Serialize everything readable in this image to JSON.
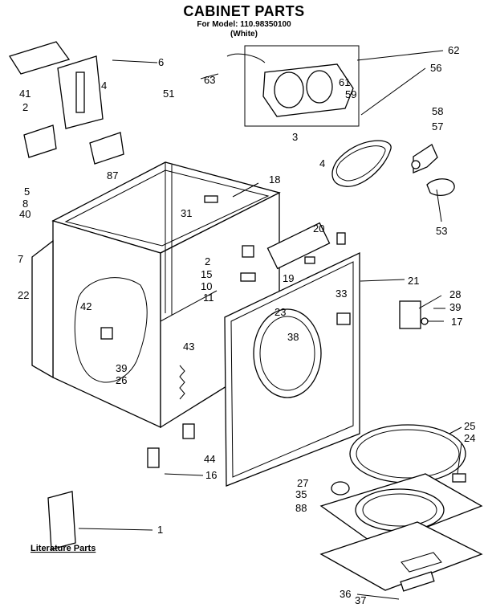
{
  "header": {
    "title": "CABINET PARTS",
    "model_line": "For Model: 110.98350100",
    "color_line": "(White)"
  },
  "footer": {
    "literature_label": "Literature Parts"
  },
  "callouts": [
    {
      "id": "c1",
      "text": "1"
    },
    {
      "id": "c2a",
      "text": "2"
    },
    {
      "id": "c2b",
      "text": "2"
    },
    {
      "id": "c3",
      "text": "3"
    },
    {
      "id": "c4a",
      "text": "4"
    },
    {
      "id": "c4b",
      "text": "4"
    },
    {
      "id": "c5",
      "text": "5"
    },
    {
      "id": "c6",
      "text": "6"
    },
    {
      "id": "c7",
      "text": "7"
    },
    {
      "id": "c8",
      "text": "8"
    },
    {
      "id": "c10",
      "text": "10"
    },
    {
      "id": "c11",
      "text": "11"
    },
    {
      "id": "c15",
      "text": "15"
    },
    {
      "id": "c16",
      "text": "16"
    },
    {
      "id": "c17",
      "text": "17"
    },
    {
      "id": "c18",
      "text": "18"
    },
    {
      "id": "c19",
      "text": "19"
    },
    {
      "id": "c20",
      "text": "20"
    },
    {
      "id": "c21",
      "text": "21"
    },
    {
      "id": "c22",
      "text": "22"
    },
    {
      "id": "c23",
      "text": "23"
    },
    {
      "id": "c24",
      "text": "24"
    },
    {
      "id": "c25",
      "text": "25"
    },
    {
      "id": "c26",
      "text": "26"
    },
    {
      "id": "c27",
      "text": "27"
    },
    {
      "id": "c28",
      "text": "28"
    },
    {
      "id": "c31",
      "text": "31"
    },
    {
      "id": "c33",
      "text": "33"
    },
    {
      "id": "c35",
      "text": "35"
    },
    {
      "id": "c36",
      "text": "36"
    },
    {
      "id": "c37",
      "text": "37"
    },
    {
      "id": "c38",
      "text": "38"
    },
    {
      "id": "c39a",
      "text": "39"
    },
    {
      "id": "c39b",
      "text": "39"
    },
    {
      "id": "c40",
      "text": "40"
    },
    {
      "id": "c41",
      "text": "41"
    },
    {
      "id": "c42",
      "text": "42"
    },
    {
      "id": "c43",
      "text": "43"
    },
    {
      "id": "c44",
      "text": "44"
    },
    {
      "id": "c51",
      "text": "51"
    },
    {
      "id": "c53",
      "text": "53"
    },
    {
      "id": "c56",
      "text": "56"
    },
    {
      "id": "c57",
      "text": "57"
    },
    {
      "id": "c58",
      "text": "58"
    },
    {
      "id": "c59",
      "text": "59"
    },
    {
      "id": "c61",
      "text": "61"
    },
    {
      "id": "c62",
      "text": "62"
    },
    {
      "id": "c63",
      "text": "63"
    },
    {
      "id": "c87",
      "text": "87"
    },
    {
      "id": "c88",
      "text": "88"
    }
  ]
}
